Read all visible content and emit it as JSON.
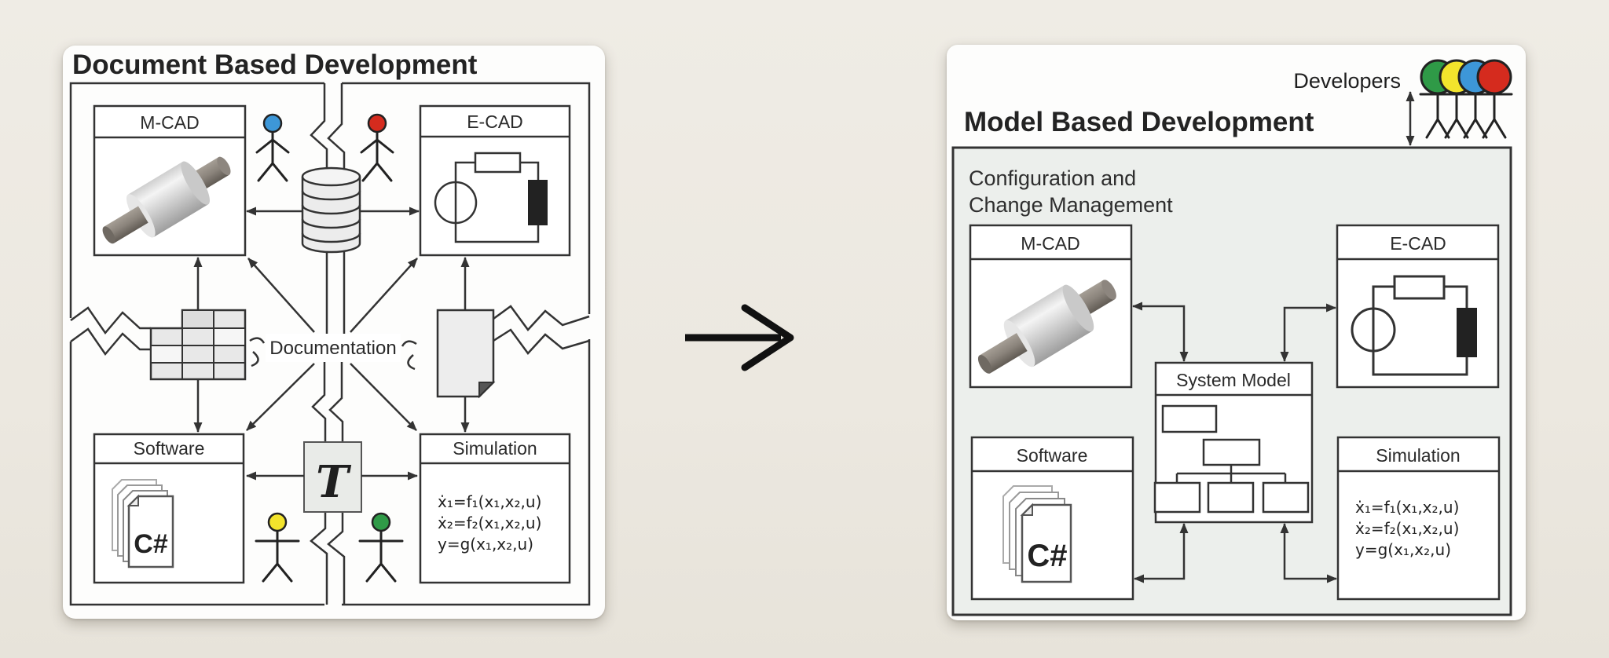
{
  "colors": {
    "background": "#EDE9E2",
    "ink": "#333333",
    "config_fill": "#ECEFEC",
    "actor_blue": "#3D97D8",
    "actor_red": "#D52B1E",
    "actor_yellow": "#F3E42C",
    "actor_green": "#2F9A47"
  },
  "left_panel": {
    "title": "Document Based Development",
    "mcad_label": "M-CAD",
    "ecad_label": "E-CAD",
    "software_label": "Software",
    "simulation_label": "Simulation",
    "documentation_label": "Documentation",
    "transform_label": "T",
    "csharp_label": "C#",
    "equations": [
      "ẋ₁=f₁(x₁,x₂,u)",
      "ẋ₂=f₂(x₁,x₂,u)",
      "y=g(x₁,x₂,u)"
    ],
    "icons": [
      "database-icon",
      "table-icon",
      "document-icon",
      "transform-icon",
      "shaft-icon",
      "circuit-icon",
      "csharp-pages-icon"
    ]
  },
  "right_panel": {
    "title": "Model Based Development",
    "developers_label": "Developers",
    "config_label": [
      "Configuration and",
      "Change Management"
    ],
    "system_model_label": "System Model",
    "mcad_label": "M-CAD",
    "ecad_label": "E-CAD",
    "software_label": "Software",
    "simulation_label": "Simulation",
    "csharp_label": "C#",
    "equations": [
      "ẋ₁=f₁(x₁,x₂,u)",
      "ẋ₂=f₂(x₁,x₂,u)",
      "y=g(x₁,x₂,u)"
    ],
    "developer_colors": [
      "#2F9A47",
      "#F3E42C",
      "#3D97D8",
      "#D52B1E"
    ]
  }
}
